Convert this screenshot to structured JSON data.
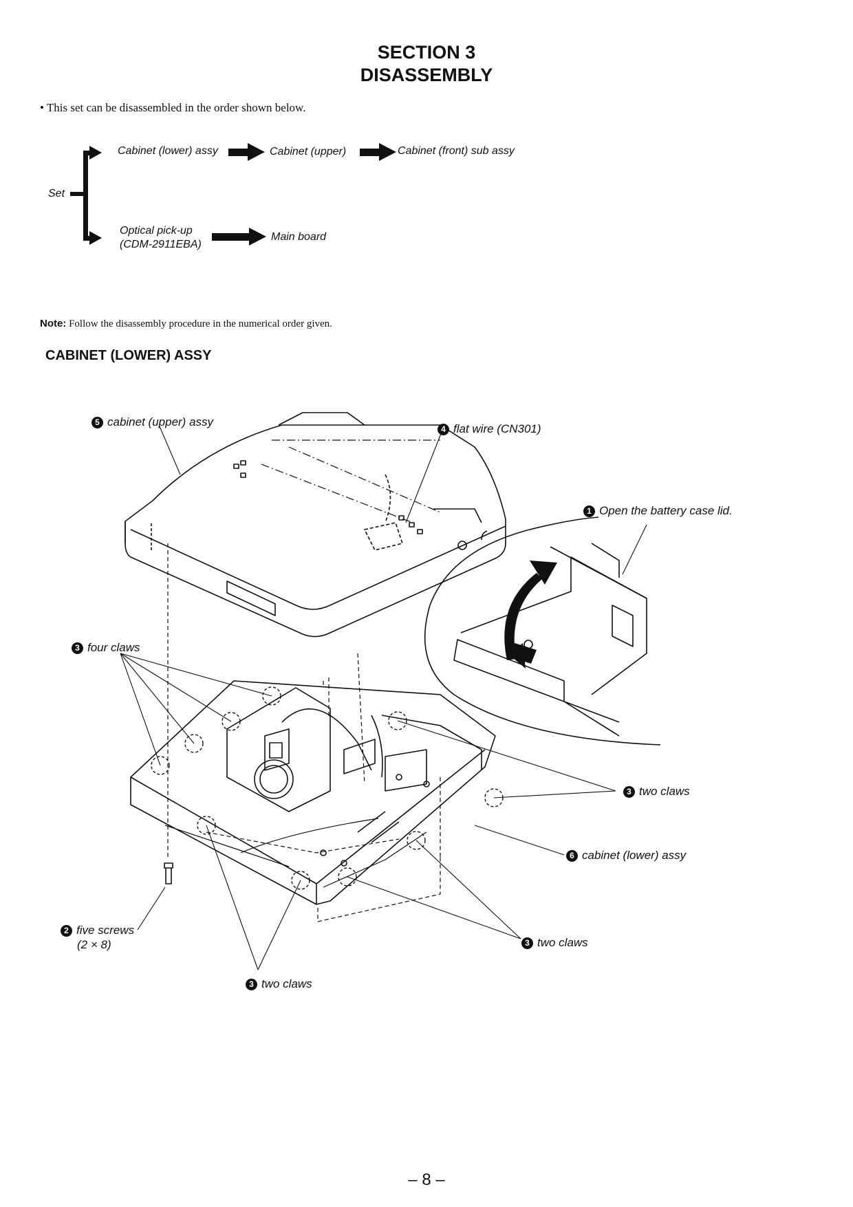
{
  "header": {
    "section": "SECTION  3",
    "title": "DISASSEMBLY"
  },
  "intro": "•  This set can be disassembled in the order shown below.",
  "flowchart": {
    "root": "Set",
    "row1": [
      "Cabinet (lower) assy",
      "Cabinet (upper)",
      "Cabinet (front) sub assy"
    ],
    "row2_line1": "Optical pick-up",
    "row2_line2": "(CDM-2911EBA)",
    "row2_next": "Main board"
  },
  "note": {
    "label": "Note:",
    "text": " Follow the disassembly procedure in the numerical order given."
  },
  "subheading": "CABINET (LOWER)  ASSY",
  "callouts": {
    "c5": {
      "num": "5",
      "text": "cabinet (upper) assy"
    },
    "c4": {
      "num": "4",
      "text": "flat wire (CN301)"
    },
    "c1": {
      "num": "1",
      "text": "Open the battery case lid."
    },
    "c3a": {
      "num": "3",
      "text": "four claws"
    },
    "c3b": {
      "num": "3",
      "text": "two claws"
    },
    "c6": {
      "num": "6",
      "text": "cabinet (lower) assy"
    },
    "c2": {
      "num": "2",
      "text": "five screws",
      "sub": "(2 × 8)"
    },
    "c3c": {
      "num": "3",
      "text": "two claws"
    },
    "c3d": {
      "num": "3",
      "text": "two claws"
    }
  },
  "footer": {
    "page": "– 8 –"
  }
}
